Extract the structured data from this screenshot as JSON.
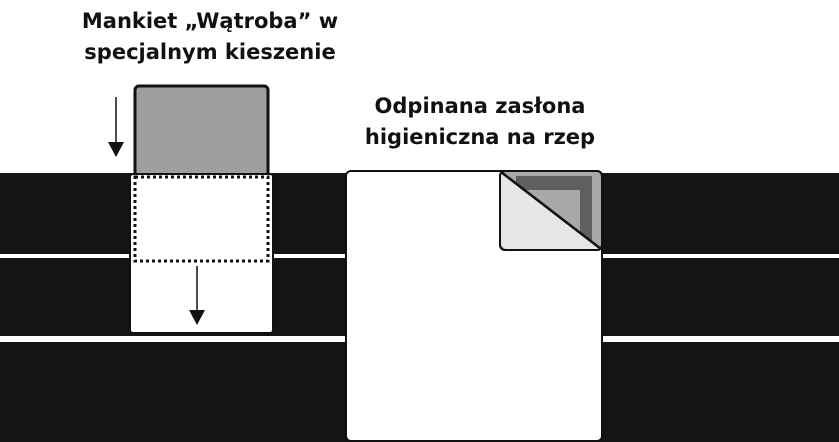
{
  "labels": {
    "cuff_line1": "Mankiet „Wątroba” w",
    "cuff_line2": "specjalnym kieszenie",
    "cover_line1": "Odpinana zasłona",
    "cover_line2": "higieniczna na rzep"
  },
  "colors": {
    "band": "#141414",
    "cuff": "#9e9e9e",
    "flap_light": "#e6e6e6",
    "flap_dark": "#5f5f5f",
    "flap_mid": "#a8a8a8"
  }
}
